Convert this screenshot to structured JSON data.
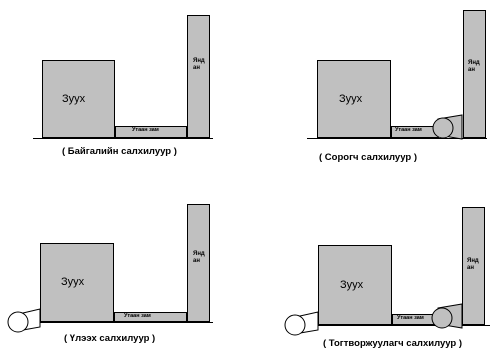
{
  "panels": [
    {
      "id": "natural",
      "furnace": "Зуух",
      "chimney_l1": "Янд",
      "chimney_l2": "ан",
      "duct": "Утаан зам",
      "caption": "( Байгалийн салхилуур )"
    },
    {
      "id": "suction",
      "furnace": "Зуух",
      "chimney_l1": "Янд",
      "chimney_l2": "ан",
      "duct": "Утаан зам",
      "caption": "( Сорогч салхилуур )"
    },
    {
      "id": "blower",
      "furnace": "Зуух",
      "chimney_l1": "Янд",
      "chimney_l2": "ан",
      "duct": "Утаан зам",
      "caption": "( Үлээх салхилуур )"
    },
    {
      "id": "balanced",
      "furnace": "Зуух",
      "chimney_l1": "Янд",
      "chimney_l2": "ан",
      "duct": "Утаан зам",
      "caption": "( Тогтворжуулагч салхилуур )"
    }
  ]
}
